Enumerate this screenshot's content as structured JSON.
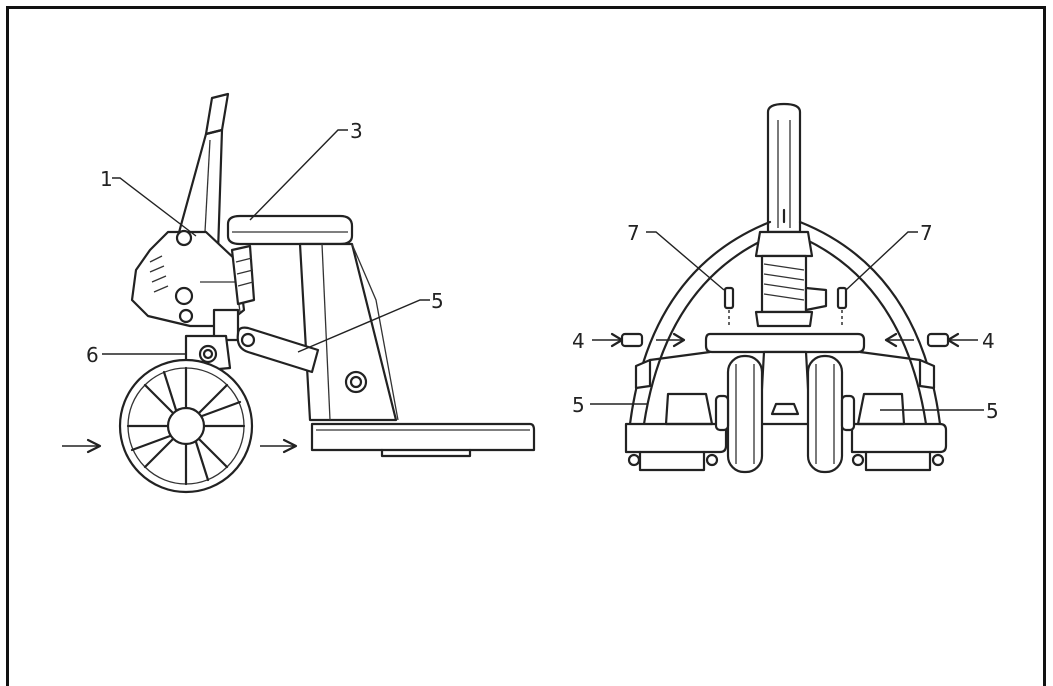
{
  "colors": {
    "line": "#222222",
    "frame": "#111111",
    "background": "#ffffff"
  },
  "callouts": {
    "side_1": "1",
    "side_3": "3",
    "side_5": "5",
    "side_6": "6",
    "front_7_left": "7",
    "front_7_right": "7",
    "front_4_left": "4",
    "front_4_right": "4",
    "front_5_left": "5",
    "front_5_right": "5"
  }
}
